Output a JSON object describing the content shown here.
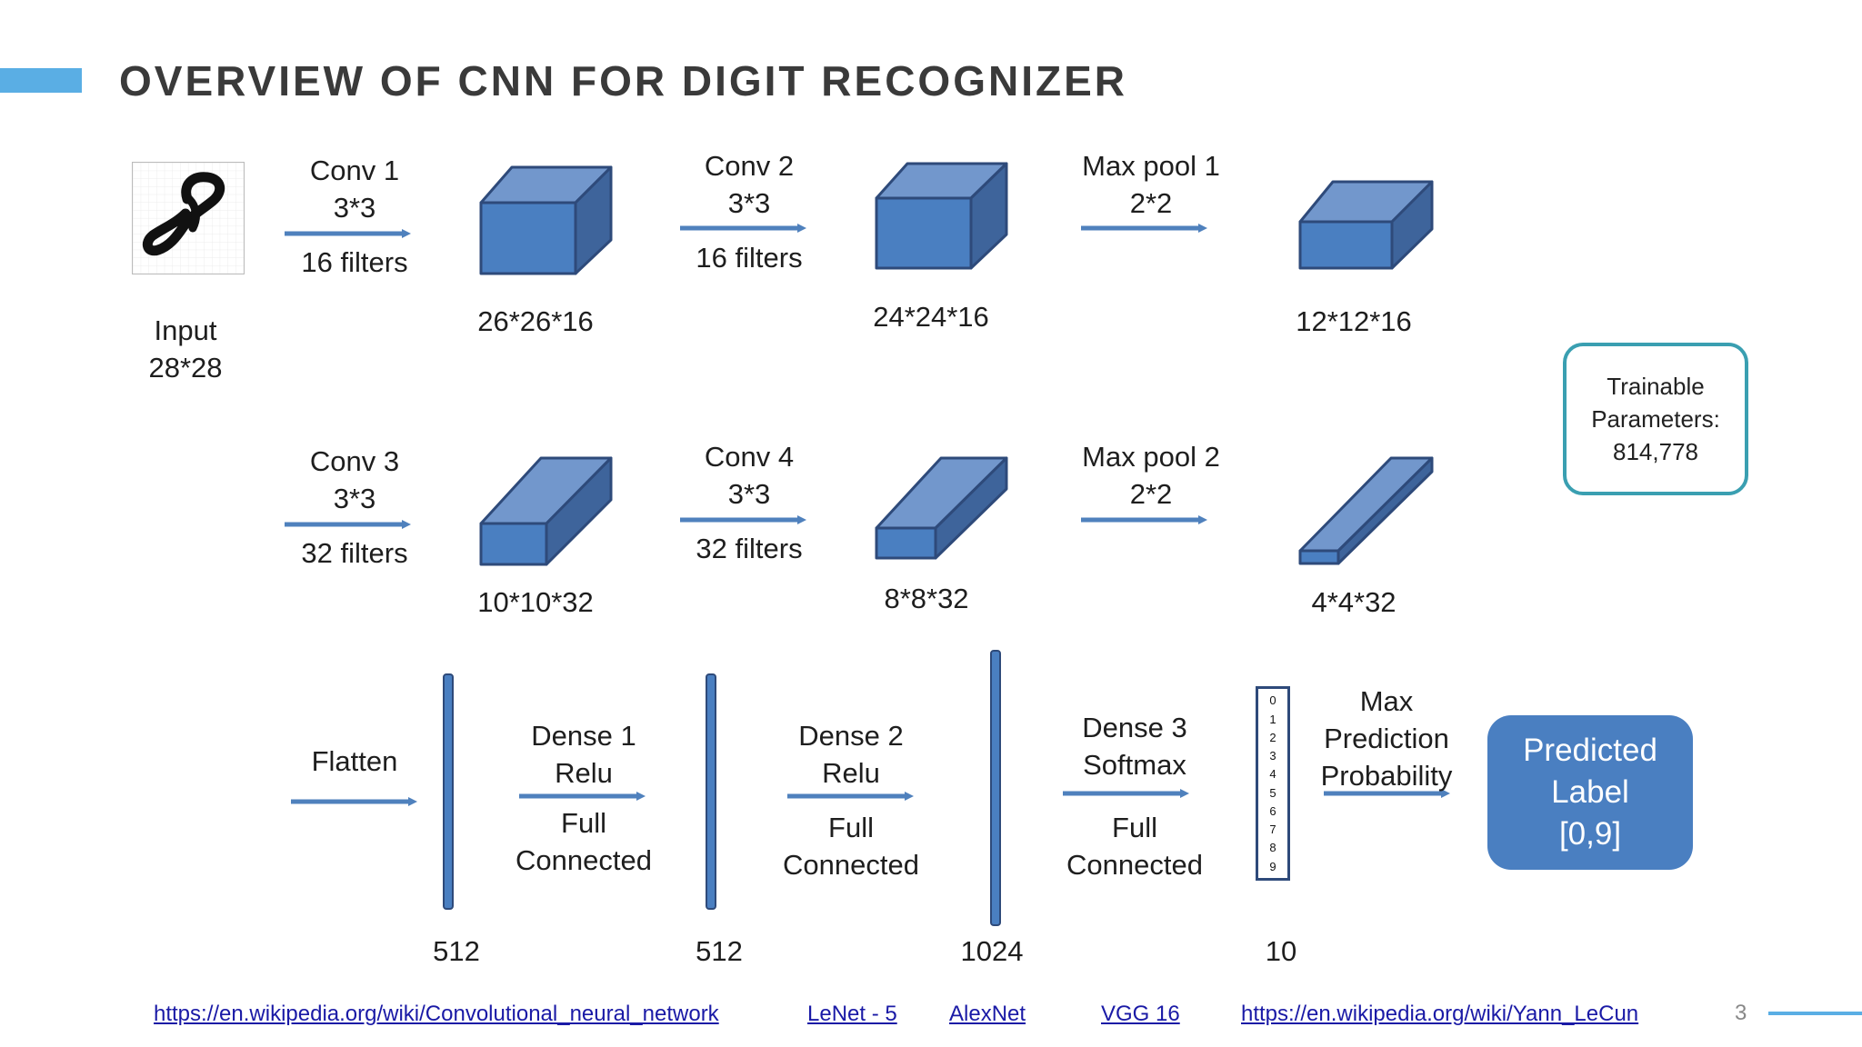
{
  "title": "OVERVIEW OF CNN FOR DIGIT RECOGNIZER",
  "input": {
    "line1": "Input",
    "line2": "28*28"
  },
  "row1": [
    {
      "l1": "Conv 1",
      "l2": "3*3",
      "l3": "16 filters"
    },
    {
      "l1": "Conv 2",
      "l2": "3*3",
      "l3": "16 filters"
    },
    {
      "l1": "Max pool 1",
      "l2": "2*2",
      "l3": ""
    }
  ],
  "row1_dims": [
    "26*26*16",
    "24*24*16",
    "12*12*16"
  ],
  "row2": [
    {
      "l1": "Conv 3",
      "l2": "3*3",
      "l3": "32 filters"
    },
    {
      "l1": "Conv 4",
      "l2": "3*3",
      "l3": "32 filters"
    },
    {
      "l1": "Max pool 2",
      "l2": "2*2",
      "l3": ""
    }
  ],
  "row2_dims": [
    "10*10*32",
    "8*8*32",
    "4*4*32"
  ],
  "row3": {
    "flatten": "Flatten",
    "dense1": {
      "l1": "Dense 1",
      "l2": "Relu",
      "l3": "Full",
      "l4": "Connected"
    },
    "dense2": {
      "l1": "Dense 2",
      "l2": "Relu",
      "l3": "Full",
      "l4": "Connected"
    },
    "dense3": {
      "l1": "Dense 3",
      "l2": "Softmax",
      "l3": "Full",
      "l4": "Connected"
    },
    "maxpred": {
      "l1": "Max",
      "l2": "Prediction",
      "l3": "Probability"
    },
    "sizes": [
      "512",
      "512",
      "1024",
      "10"
    ],
    "digits": [
      "0",
      "1",
      "2",
      "3",
      "4",
      "5",
      "6",
      "7",
      "8",
      "9"
    ]
  },
  "params": {
    "l1": "Trainable",
    "l2": "Parameters:",
    "l3": "814,778"
  },
  "predicted": {
    "l1": "Predicted",
    "l2": "Label",
    "l3": "[0,9]"
  },
  "links": {
    "wiki_cnn": "https://en.wikipedia.org/wiki/Convolutional_neural_network",
    "lenet": "LeNet - 5",
    "alexnet": "AlexNet",
    "vgg": "VGG 16",
    "wiki_lecun": "https://en.wikipedia.org/wiki/Yann_LeCun"
  },
  "page_number": "3",
  "colors": {
    "accent": "#5aaee4",
    "box": "#4a7fc1",
    "box_border": "#2e4a7a",
    "arrow": "#4f81bd",
    "params_border": "#3a9fb1"
  }
}
